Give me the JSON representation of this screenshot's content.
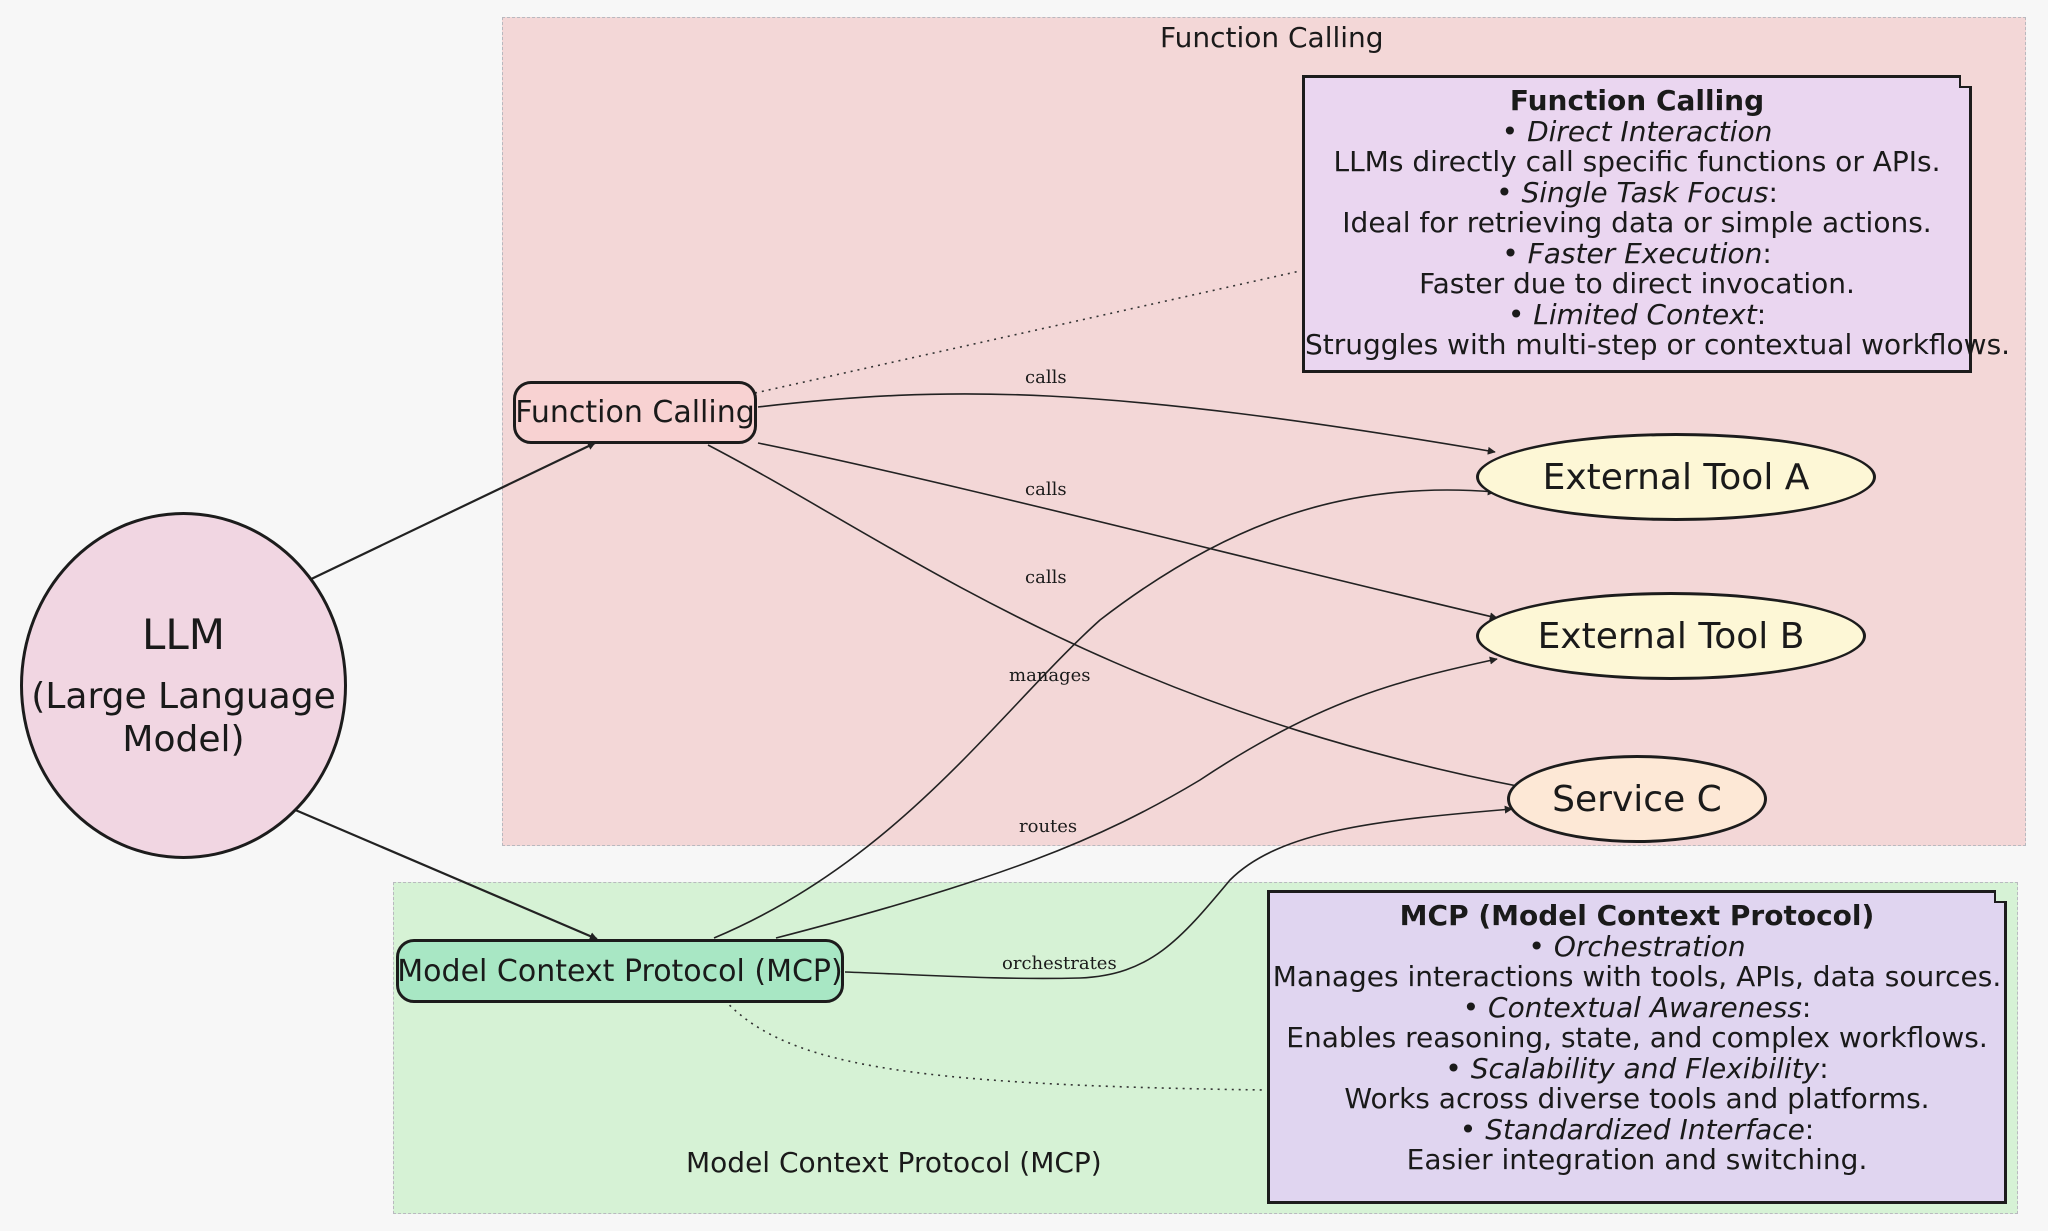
{
  "clusters": {
    "function_calling": "Function Calling",
    "mcp": "Model Context Protocol (MCP)"
  },
  "nodes": {
    "llm_title": "LLM",
    "llm_subtitle": "(Large Language Model)",
    "function_calling": "Function Calling",
    "mcp": "Model Context Protocol (MCP)",
    "tool_a": "External Tool A",
    "tool_b": "External Tool B",
    "service_c": "Service C"
  },
  "notes": {
    "function_calling": {
      "title": "Function Calling",
      "items": [
        {
          "heading": "Direct Interaction",
          "suffix": "",
          "desc": "LLMs directly call specific functions or APIs."
        },
        {
          "heading": "Single Task Focus",
          "suffix": ":",
          "desc": "Ideal for retrieving data or simple actions."
        },
        {
          "heading": "Faster Execution",
          "suffix": ":",
          "desc": "Faster due to direct invocation."
        },
        {
          "heading": "Limited Context",
          "suffix": ":",
          "desc": "Struggles with multi-step or contextual workflows."
        }
      ]
    },
    "mcp": {
      "title": "MCP (Model Context Protocol)",
      "items": [
        {
          "heading": "Orchestration",
          "suffix": "",
          "desc": "Manages interactions with tools, APIs, data sources."
        },
        {
          "heading": "Contextual Awareness",
          "suffix": ":",
          "desc": "Enables reasoning, state, and complex workflows."
        },
        {
          "heading": "Scalability and Flexibility",
          "suffix": ":",
          "desc": "Works across diverse tools and platforms."
        },
        {
          "heading": "Standardized Interface",
          "suffix": ":",
          "desc": "Easier integration and switching."
        }
      ]
    }
  },
  "edge_labels": {
    "calls_a": "calls",
    "calls_b": "calls",
    "calls_c": "calls",
    "manages": "manages",
    "routes": "routes",
    "orchestrates": "orchestrates"
  },
  "colors": {
    "function_calling_cluster": "#f3d7d7",
    "mcp_cluster": "#d6f2d5",
    "llm_node": "#f1d6e2",
    "tool_node": "#fdf7d6",
    "service_node": "#fde8d6"
  }
}
